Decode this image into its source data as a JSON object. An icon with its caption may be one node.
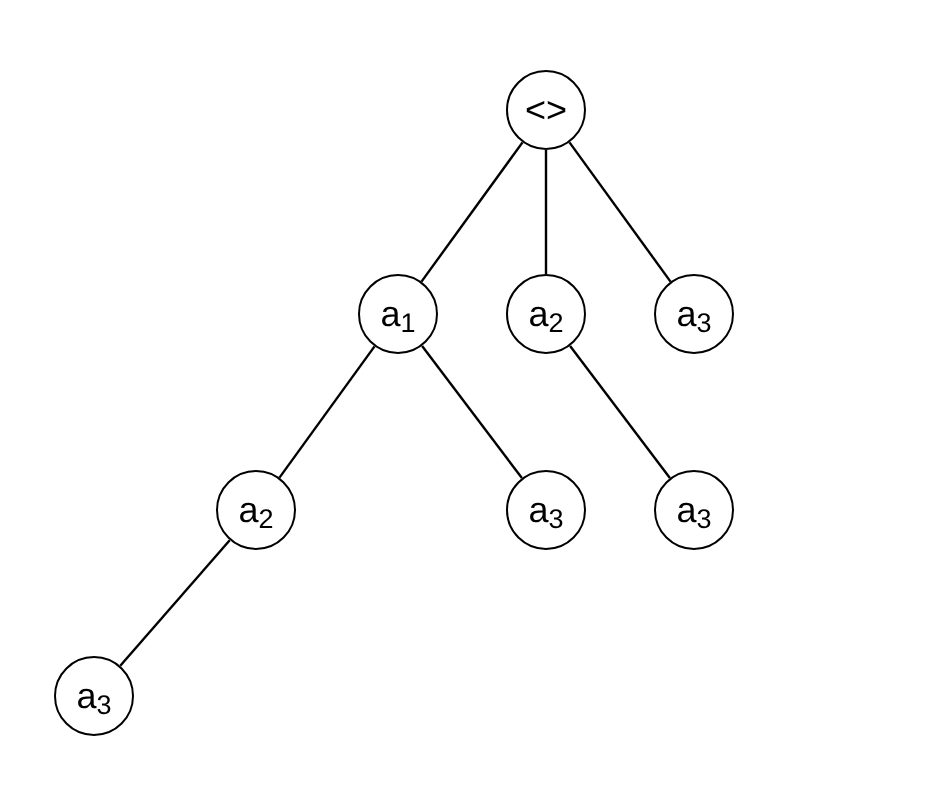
{
  "diagram": {
    "nodes": [
      {
        "text": [
          "<>"
        ]
      },
      {
        "text": [
          "a$_{1}$"
        ]
      },
      {
        "text": [
          "a$_{2}$"
        ]
      },
      {
        "text": [
          "a$_{3}$"
        ]
      },
      {
        "text": [
          "a$_{2}$"
        ]
      },
      {
        "text": [
          "a$_{3}$"
        ]
      },
      {
        "text": [
          "a$_{3}$"
        ]
      },
      {
        "text": [
          "a$_{3}$"
        ]
      }
    ],
    "edges": [
      {
        "from": 0,
        "to": 1,
        "arrow": "none"
      },
      {
        "from": 0,
        "to": 2,
        "arrow": "none"
      },
      {
        "from": 0,
        "to": 3,
        "arrow": "none"
      },
      {
        "from": 1,
        "to": 4,
        "arrow": "none"
      },
      {
        "from": 1,
        "to": 5,
        "arrow": "none"
      },
      {
        "from": 2,
        "to": 6,
        "arrow": "none"
      },
      {
        "from": 4,
        "to": 7,
        "arrow": "none"
      }
    ]
  }
}
